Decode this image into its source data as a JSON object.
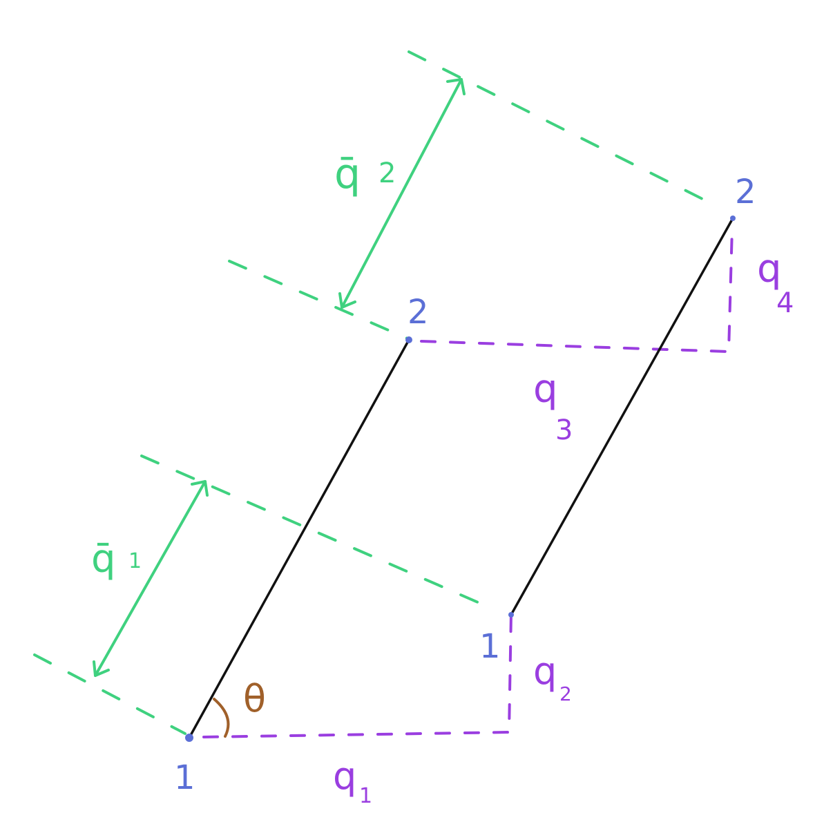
{
  "colors": {
    "background": "#ffffff",
    "bar": "#111111",
    "node": "#5b6fd6",
    "node_label": "#5b6fd6",
    "green": "#3fd17f",
    "purple": "#9a3ee0",
    "angle": "#a0602a"
  },
  "labels": {
    "node_start_1": "1",
    "node_start_2": "2",
    "node_end_1": "1",
    "node_end_2": "2",
    "q_bar_1": "q̄",
    "q_bar_1_sub": "1",
    "q_bar_2": "q̄",
    "q_bar_2_sub": "2",
    "q1": "q",
    "q1_sub": "1",
    "q2": "q",
    "q2_sub": "2",
    "q3": "q",
    "q3_sub": "3",
    "q4": "q",
    "q4_sub": "4",
    "theta": "θ"
  }
}
